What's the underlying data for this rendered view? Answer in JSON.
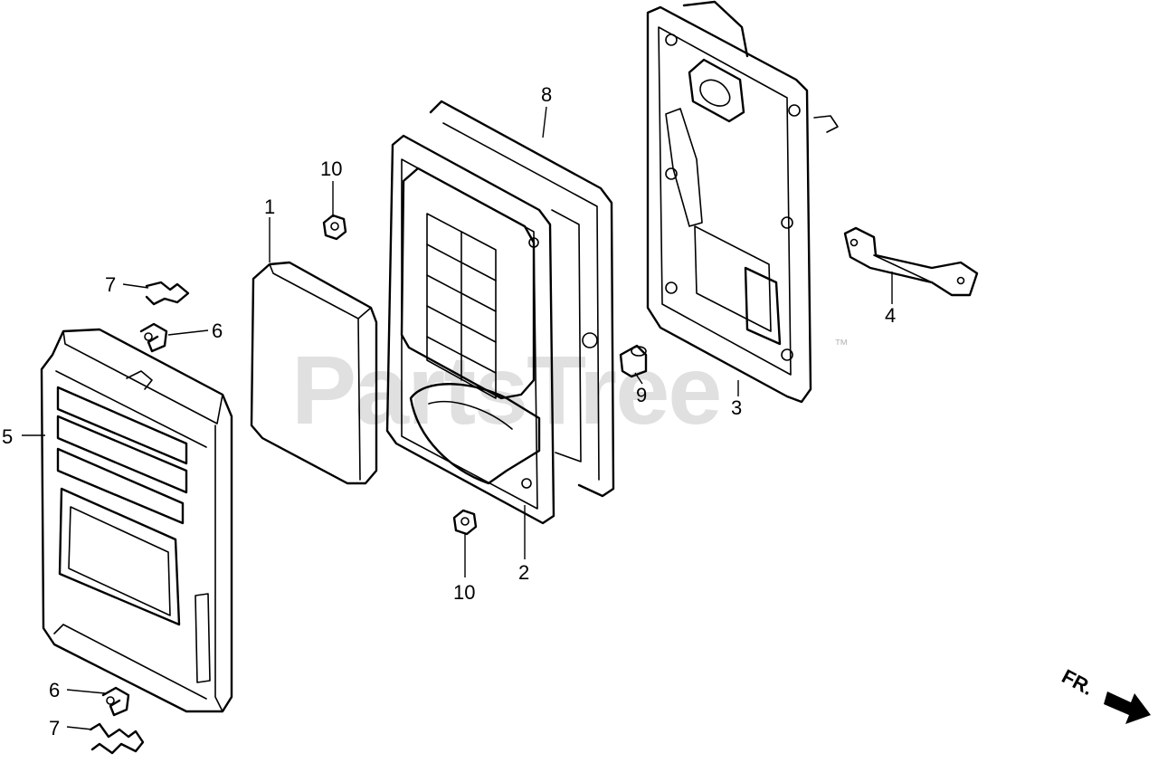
{
  "watermark": {
    "text": "PartsTree",
    "trademark": "™"
  },
  "direction_marker": {
    "text": "FR."
  },
  "callouts": [
    {
      "id": "c1",
      "label": "1"
    },
    {
      "id": "c2",
      "label": "2"
    },
    {
      "id": "c3",
      "label": "3"
    },
    {
      "id": "c4",
      "label": "4"
    },
    {
      "id": "c5",
      "label": "5"
    },
    {
      "id": "c6a",
      "label": "6"
    },
    {
      "id": "c6b",
      "label": "6"
    },
    {
      "id": "c7a",
      "label": "7"
    },
    {
      "id": "c7b",
      "label": "7"
    },
    {
      "id": "c8",
      "label": "8"
    },
    {
      "id": "c9",
      "label": "9"
    },
    {
      "id": "c10a",
      "label": "10"
    },
    {
      "id": "c10b",
      "label": "10"
    }
  ]
}
